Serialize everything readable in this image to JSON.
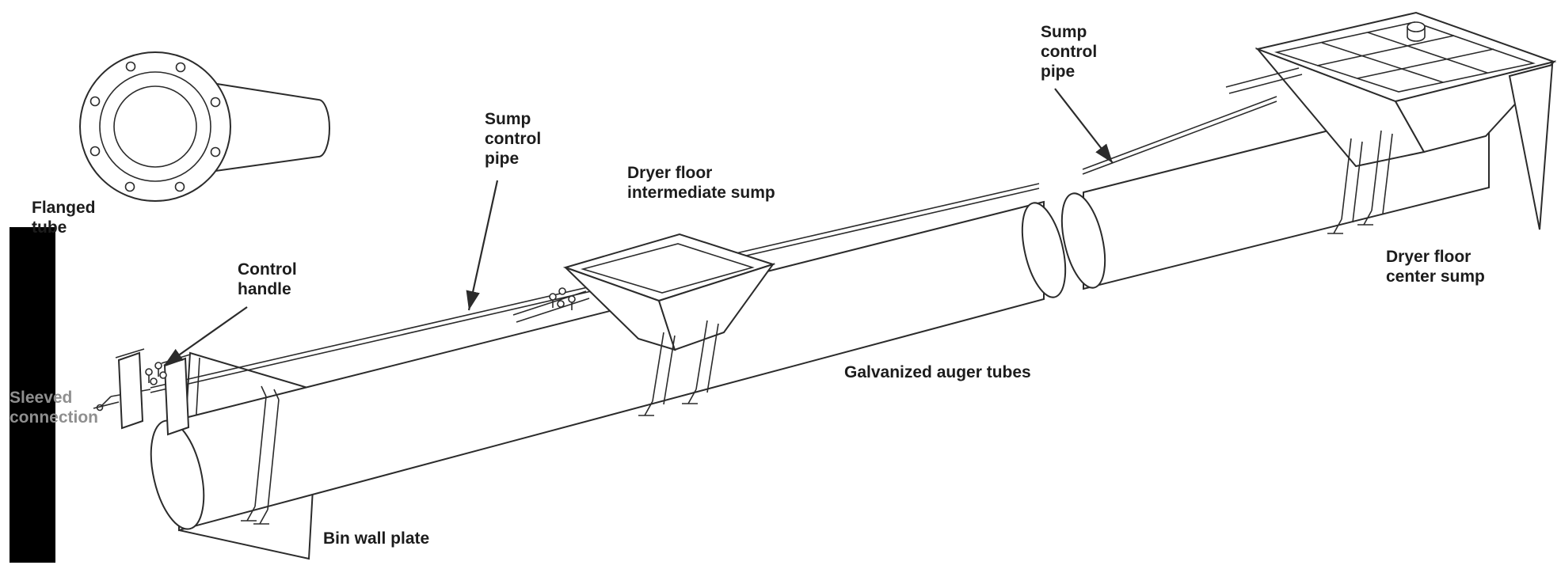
{
  "colors": {
    "line": "#2b2b2b",
    "background": "#ffffff",
    "redaction_bar": "#000000",
    "muted_label": "#8f8f8f",
    "label_text": "#1c1c1c"
  },
  "diagram": {
    "labels": {
      "flanged_tube": "Flanged\ntube",
      "sleeved_connection": "Sleeved\nconnection",
      "control_handle": "Control\nhandle",
      "sump_control_pipe_left": "Sump\ncontrol\npipe",
      "dryer_floor_intermediate_sump": "Dryer floor\nintermediate sump",
      "galvanized_auger_tubes": "Galvanized auger tubes",
      "sump_control_pipe_right": "Sump\ncontrol\npipe",
      "dryer_floor_center_sump": "Dryer floor\ncenter sump",
      "bin_wall_plate": "Bin wall plate"
    }
  }
}
